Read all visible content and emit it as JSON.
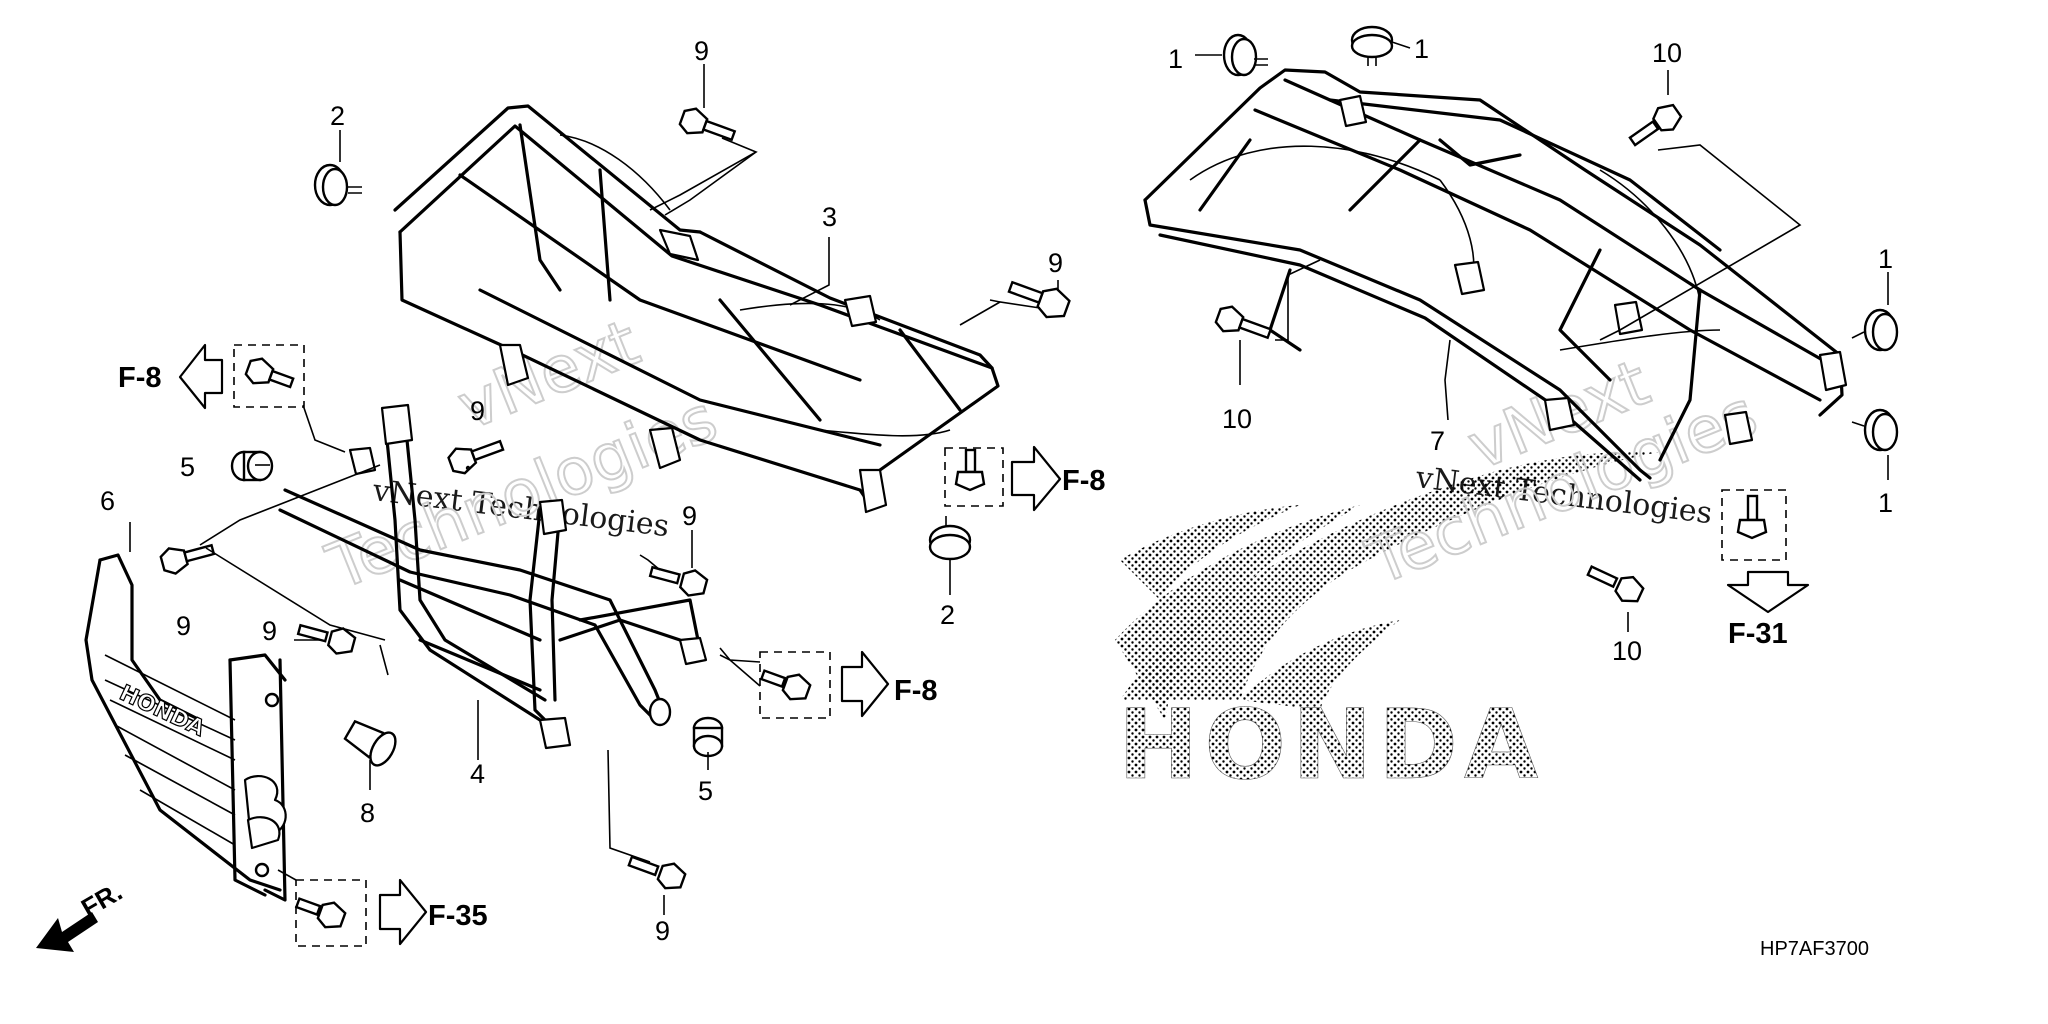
{
  "diagram": {
    "part_numbers": {
      "n1a": "1",
      "n1b": "1",
      "n1c": "1",
      "n1d": "1",
      "n2a": "2",
      "n2b": "2",
      "n3": "3",
      "n4": "4",
      "n5a": "5",
      "n5b": "5",
      "n6": "6",
      "n7": "7",
      "n8": "8",
      "n9a": "9",
      "n9b": "9",
      "n9c": "9",
      "n9d": "9",
      "n9e": "9",
      "n9f": "9",
      "n9g": "9",
      "n10a": "10",
      "n10b": "10",
      "n10c": "10"
    },
    "references": {
      "f8a": "F-8",
      "f8b": "F-8",
      "f8c": "F-8",
      "f31": "F-31",
      "f35": "F-35"
    },
    "front_label": "FR.",
    "diagram_code": "HP7AF3700",
    "logo_text": "HONDA",
    "embossed_label": "HONDA",
    "watermark": {
      "line1": "vNext",
      "line2": "vNext Technologies",
      "line3": "Technologies",
      "line4": "vNext",
      "line5": "vNext Technologies",
      "line6": "Technologies"
    }
  }
}
